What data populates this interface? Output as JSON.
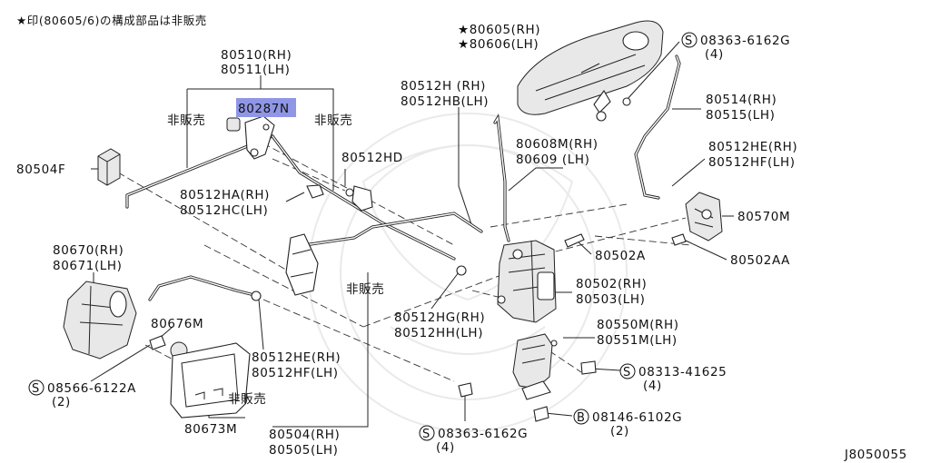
{
  "note": "★印(80605/6)の構成部品は非販売",
  "diagram_code": "J8050055",
  "highlight_color": "#8f96e6",
  "callouts": {
    "c80510": [
      "80510(RH)",
      "80511(LH)"
    ],
    "c80287": "80287N",
    "c80504F": "80504F",
    "c80512HA": [
      "80512HA(RH)",
      "80512HC(LH)"
    ],
    "c80512HD": "80512HD",
    "c80512H": [
      "80512H (RH)",
      "80512HB(LH)"
    ],
    "c80605": [
      "★80605(RH)",
      "★80606(LH)"
    ],
    "c08363top": [
      "08363-6162G",
      "(4)"
    ],
    "c80514": [
      "80514(RH)",
      "80515(LH)"
    ],
    "c80608": [
      "80608M(RH)",
      "80609 (LH)"
    ],
    "c80512HEtop": [
      "80512HE(RH)",
      "80512HF(LH)"
    ],
    "c80570": "80570M",
    "c80502": "80502A",
    "c80502AA": "80502AA",
    "c80670": [
      "80670(RH)",
      "80671(LH)"
    ],
    "c80502RH": [
      "80502(RH)",
      "80503(LH)"
    ],
    "c80512HG": [
      "80512HG(RH)",
      "80512HH(LH)"
    ],
    "c80676": "80676M",
    "c80550": [
      "80550M(RH)",
      "80551M(LH)"
    ],
    "c80512HEmid": [
      "80512HE(RH)",
      "80512HF(LH)"
    ],
    "c08566": [
      "08566-6122A",
      "(2)"
    ],
    "c08313": [
      "08313-41625",
      "(4)"
    ],
    "c08146": [
      "08146-6102G",
      "(2)"
    ],
    "c80673": "80673M",
    "c80504": [
      "80504(RH)",
      "80505(LH)"
    ],
    "c08363bottom": [
      "08363-6162G",
      "(4)"
    ],
    "nfs": "非販売",
    "prefix_s": "S",
    "prefix_b": "B"
  }
}
